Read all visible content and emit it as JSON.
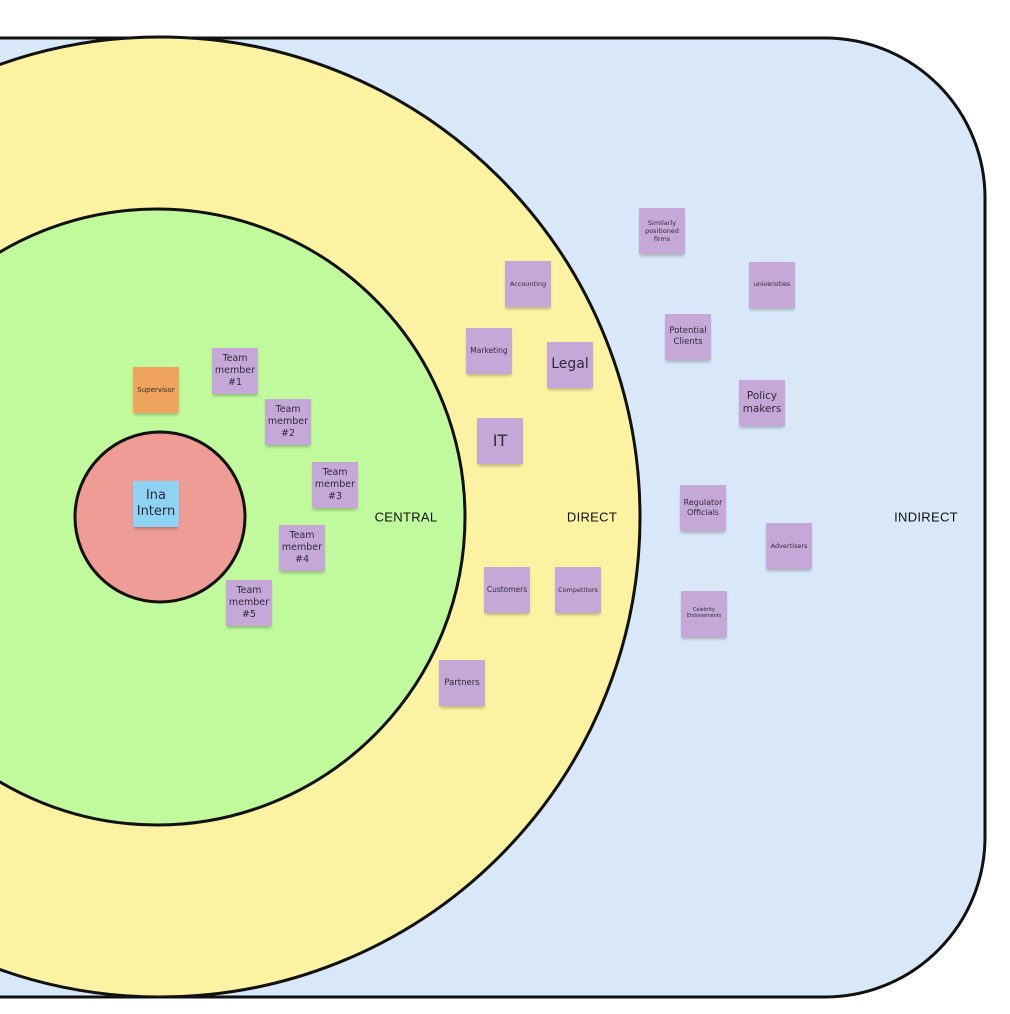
{
  "colors": {
    "indirect": "#d8e8f8",
    "direct": "#fcf3a2",
    "central": "#c0fa9c",
    "core": "#ef9b96",
    "stroke": "#111111",
    "note_purple": "#c6a8d8",
    "note_orange": "#f0a35c",
    "note_blue": "#8fd3f4"
  },
  "rings": {
    "central": "CENTRAL",
    "direct": "DIRECT",
    "indirect": "INDIRECT"
  },
  "core": {
    "name": "Ina Intern"
  },
  "central_notes": [
    "Supervisor",
    "Team member #1",
    "Team member #2",
    "Team member #3",
    "Team member #4",
    "Team member #5"
  ],
  "direct_notes": [
    "Accounting",
    "Marketing",
    "Legal",
    "IT",
    "Customers",
    "Competitors",
    "Partners"
  ],
  "indirect_notes": [
    "Similarly positioned firms",
    "universities",
    "Potential Clients",
    "Policy makers",
    "Regulator Officials",
    "Advertisers",
    "Celebrity Endorsements"
  ]
}
